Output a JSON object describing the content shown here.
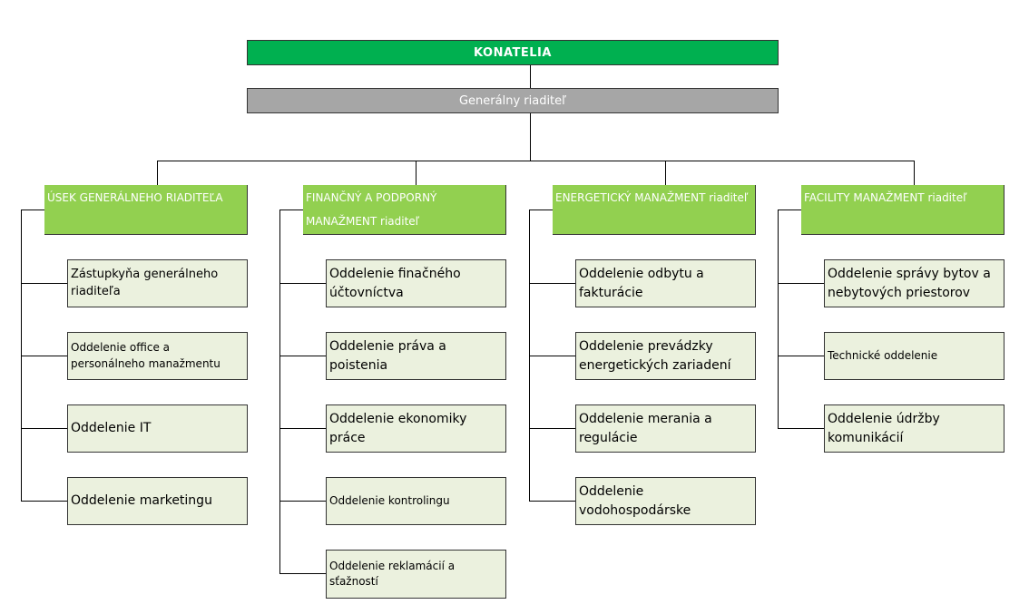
{
  "top": {
    "title": "KONATELIA"
  },
  "director": {
    "title": "Generálny riaditeľ"
  },
  "columns": [
    {
      "head": "ÚSEK GENERÁLNEHO RIADITEĽA",
      "depts": [
        "Zástupkyňa generálneho riaditeľa",
        "Oddelenie office a personálneho manažmentu",
        "Oddelenie IT",
        "Oddelenie marketingu"
      ]
    },
    {
      "head": "FINANČNÝ A PODPORNÝ MANAŽMENT   riaditeľ",
      "depts": [
        "Oddelenie finačného účtovníctva",
        "Oddelenie práva a poistenia",
        "Oddelenie ekonomiky práce",
        "Oddelenie kontrolingu",
        "Oddelenie reklamácií a sťažností"
      ]
    },
    {
      "head": "ENERGETICKÝ MANAŽMENT riaditeľ",
      "depts": [
        "Oddelenie odbytu a fakturácie",
        "Oddelenie prevádzky energetických zariadení",
        "Oddelenie merania a regulácie",
        "Oddelenie vodohospodárske"
      ]
    },
    {
      "head": "FACILITY MANAŽMENT riaditeľ",
      "depts": [
        "Oddelenie správy bytov a nebytových priestorov",
        "Technické oddelenie",
        "Oddelenie údržby komunikácií"
      ]
    }
  ]
}
